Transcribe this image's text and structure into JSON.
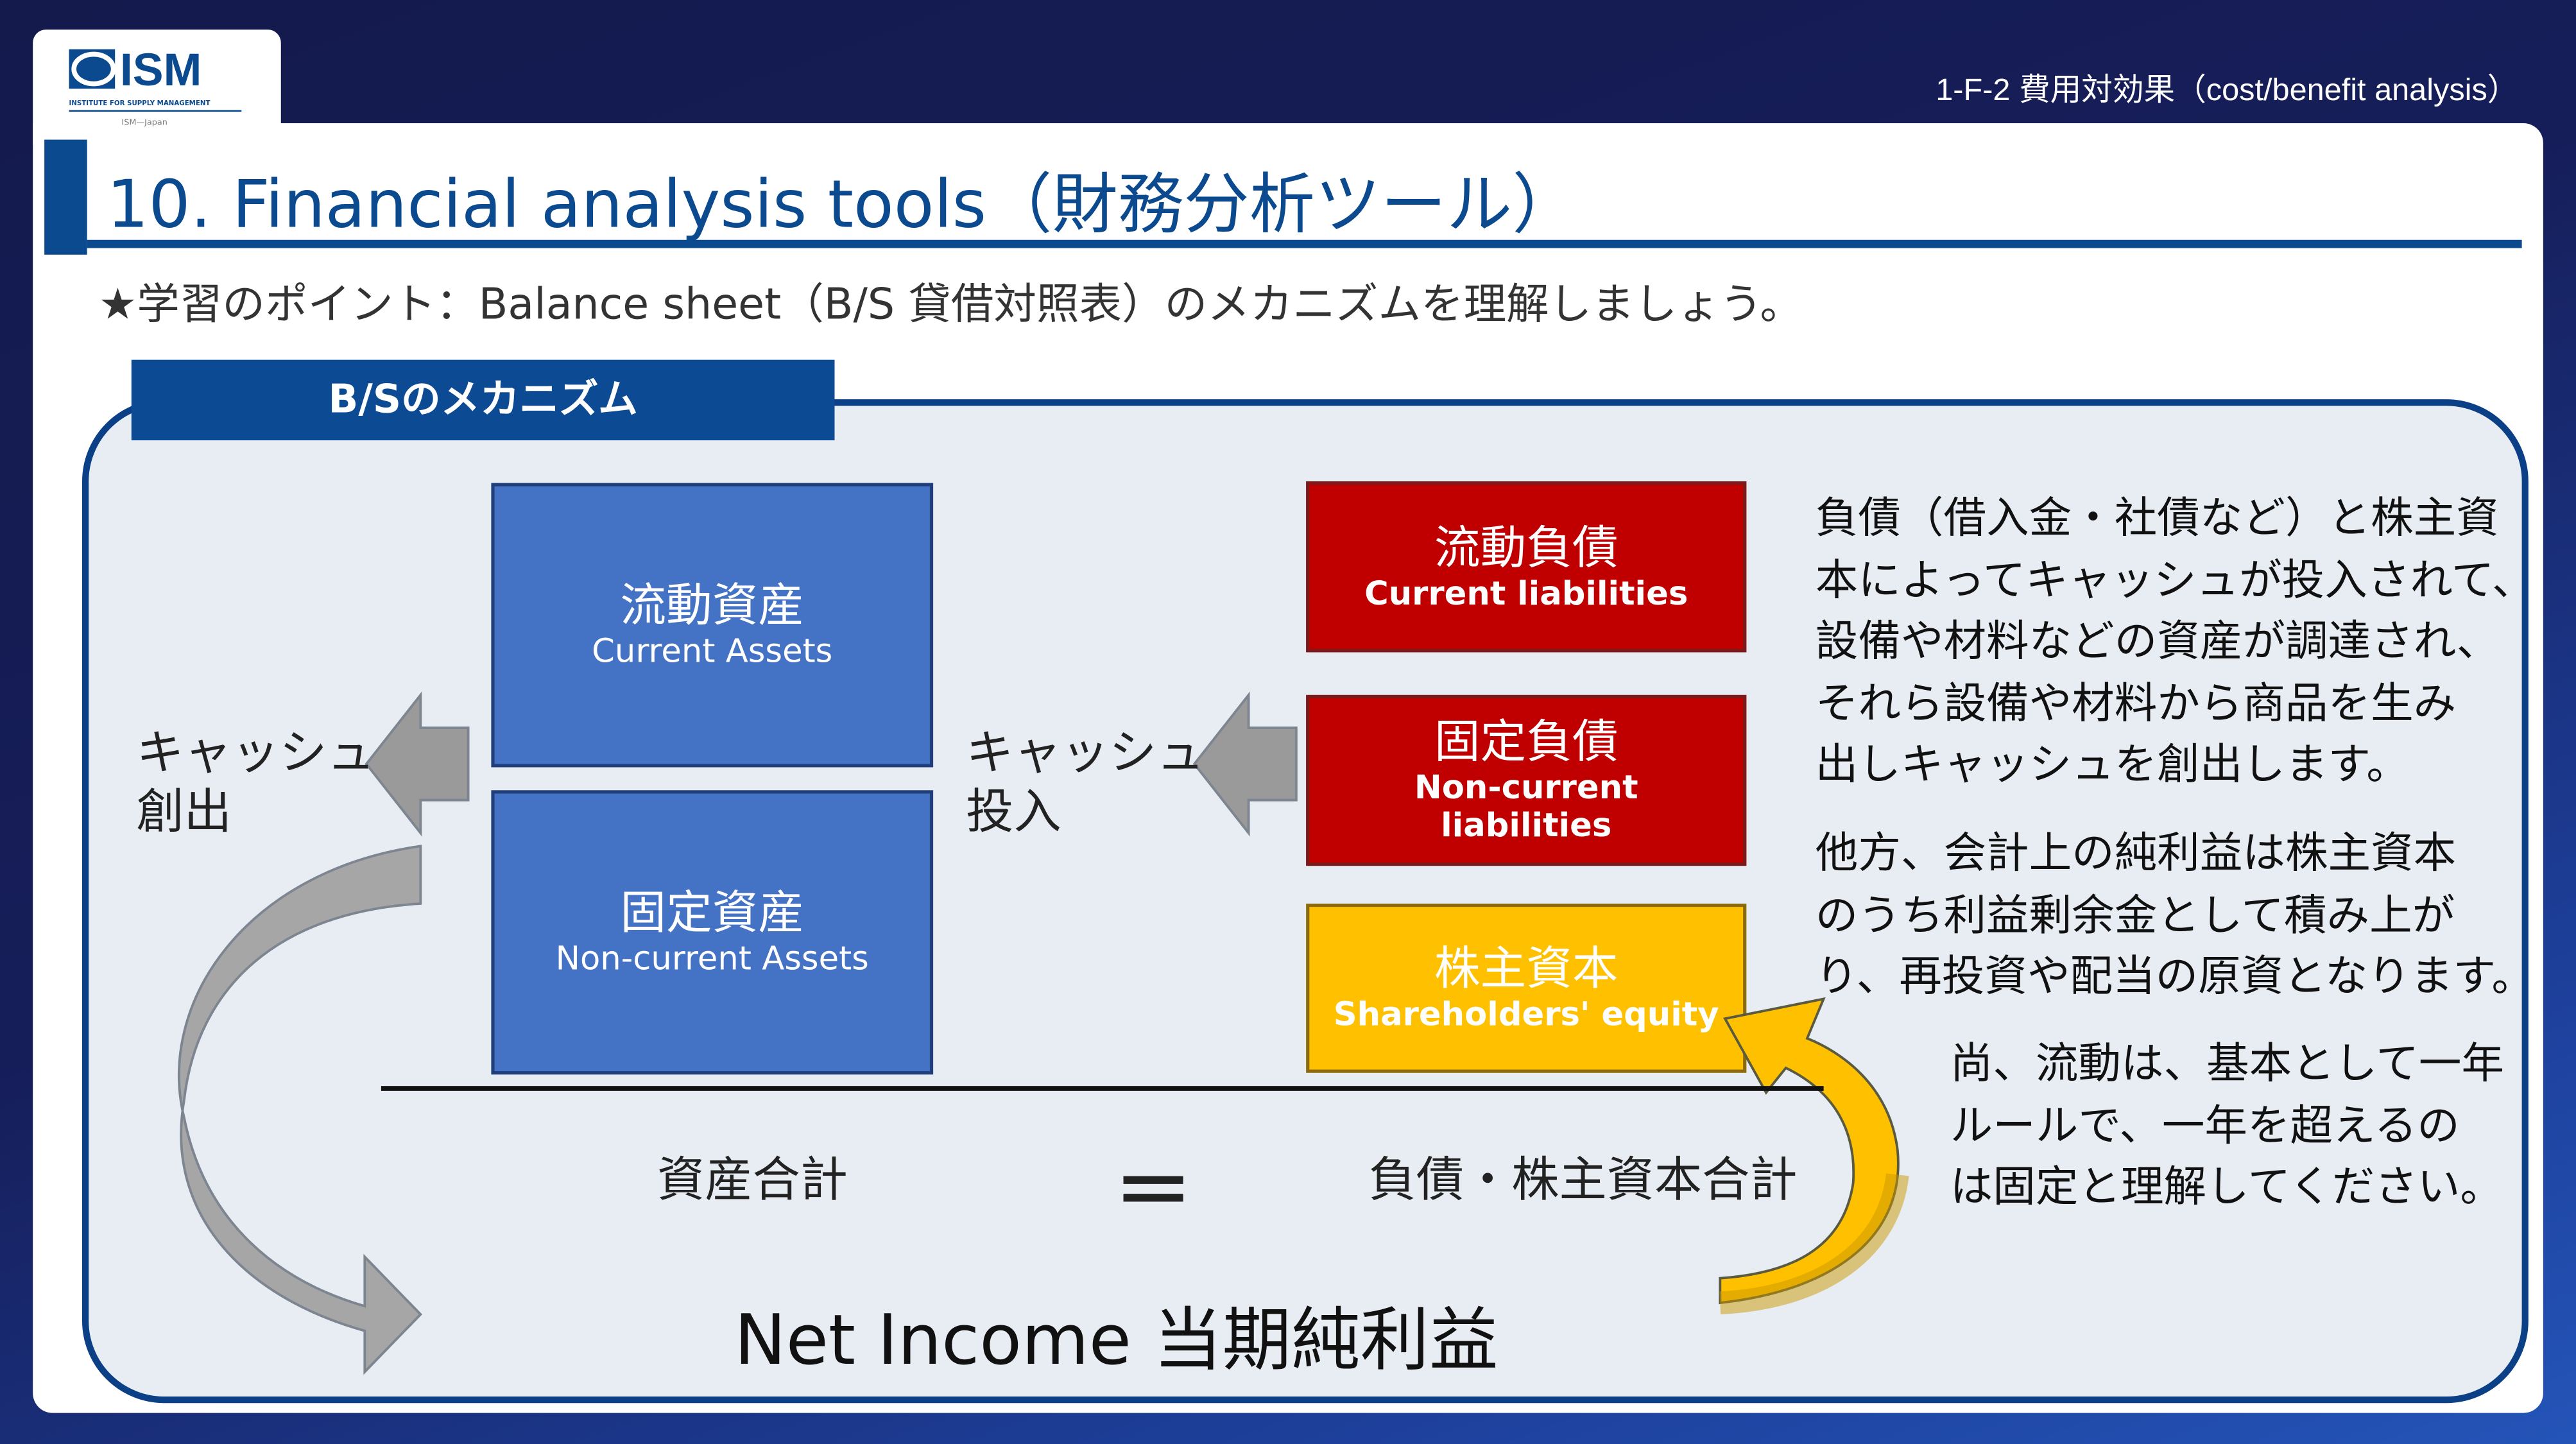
{
  "logo": {
    "brand": "ISM",
    "org": "INSTITUTE FOR SUPPLY MANAGEMENT",
    "region": "ISM—Japan"
  },
  "header": {
    "breadcrumb": "1-F-2 費用対効果（cost/benefit analysis）"
  },
  "title": "10. Financial analysis tools（財務分析ツール）",
  "subtitle": "★学習のポイント：Balance sheet（B/S 貸借対照表）のメカニズムを理解しましょう。",
  "diagram": {
    "tab_label": "B/Sのメカニズム",
    "assets": [
      {
        "jp": "流動資産",
        "en": "Current Assets"
      },
      {
        "jp": "固定資産",
        "en": "Non-current Assets"
      }
    ],
    "liabilities": [
      {
        "jp": "流動負債",
        "en": "Current liabilities"
      },
      {
        "jp": "固定負債",
        "en": "Non-current liabilities"
      },
      {
        "jp": "株主資本",
        "en": "Shareholders' equity"
      }
    ],
    "cash_out": [
      "キャッシュ",
      "創出"
    ],
    "cash_in": [
      "キャッシュ",
      "投入"
    ],
    "total_assets": "資産合計",
    "equals": "＝",
    "total_liabilities": "負債・株主資本合計",
    "net_income": "Net Income 当期純利益",
    "colors": {
      "assets": "#4472c4",
      "liabilities": "#c00000",
      "equity": "#ffc000",
      "accent": "#0b4a8f"
    }
  },
  "explanation": {
    "para1": [
      "負債（借入金・社債など）と株主資",
      "本によってキャッシュが投入されて、",
      "設備や材料などの資産が調達され、",
      "それら設備や材料から商品を生み",
      "出しキャッシュを創出します。"
    ],
    "para2": [
      "他方、会計上の純利益は株主資本",
      "のうち利益剰余金として積み上が",
      "り、再投資や配当の原資となります。"
    ],
    "note": [
      "尚、流動は、基本として一年",
      "ルールで、一年を超えるの",
      "は固定と理解してください。"
    ]
  }
}
